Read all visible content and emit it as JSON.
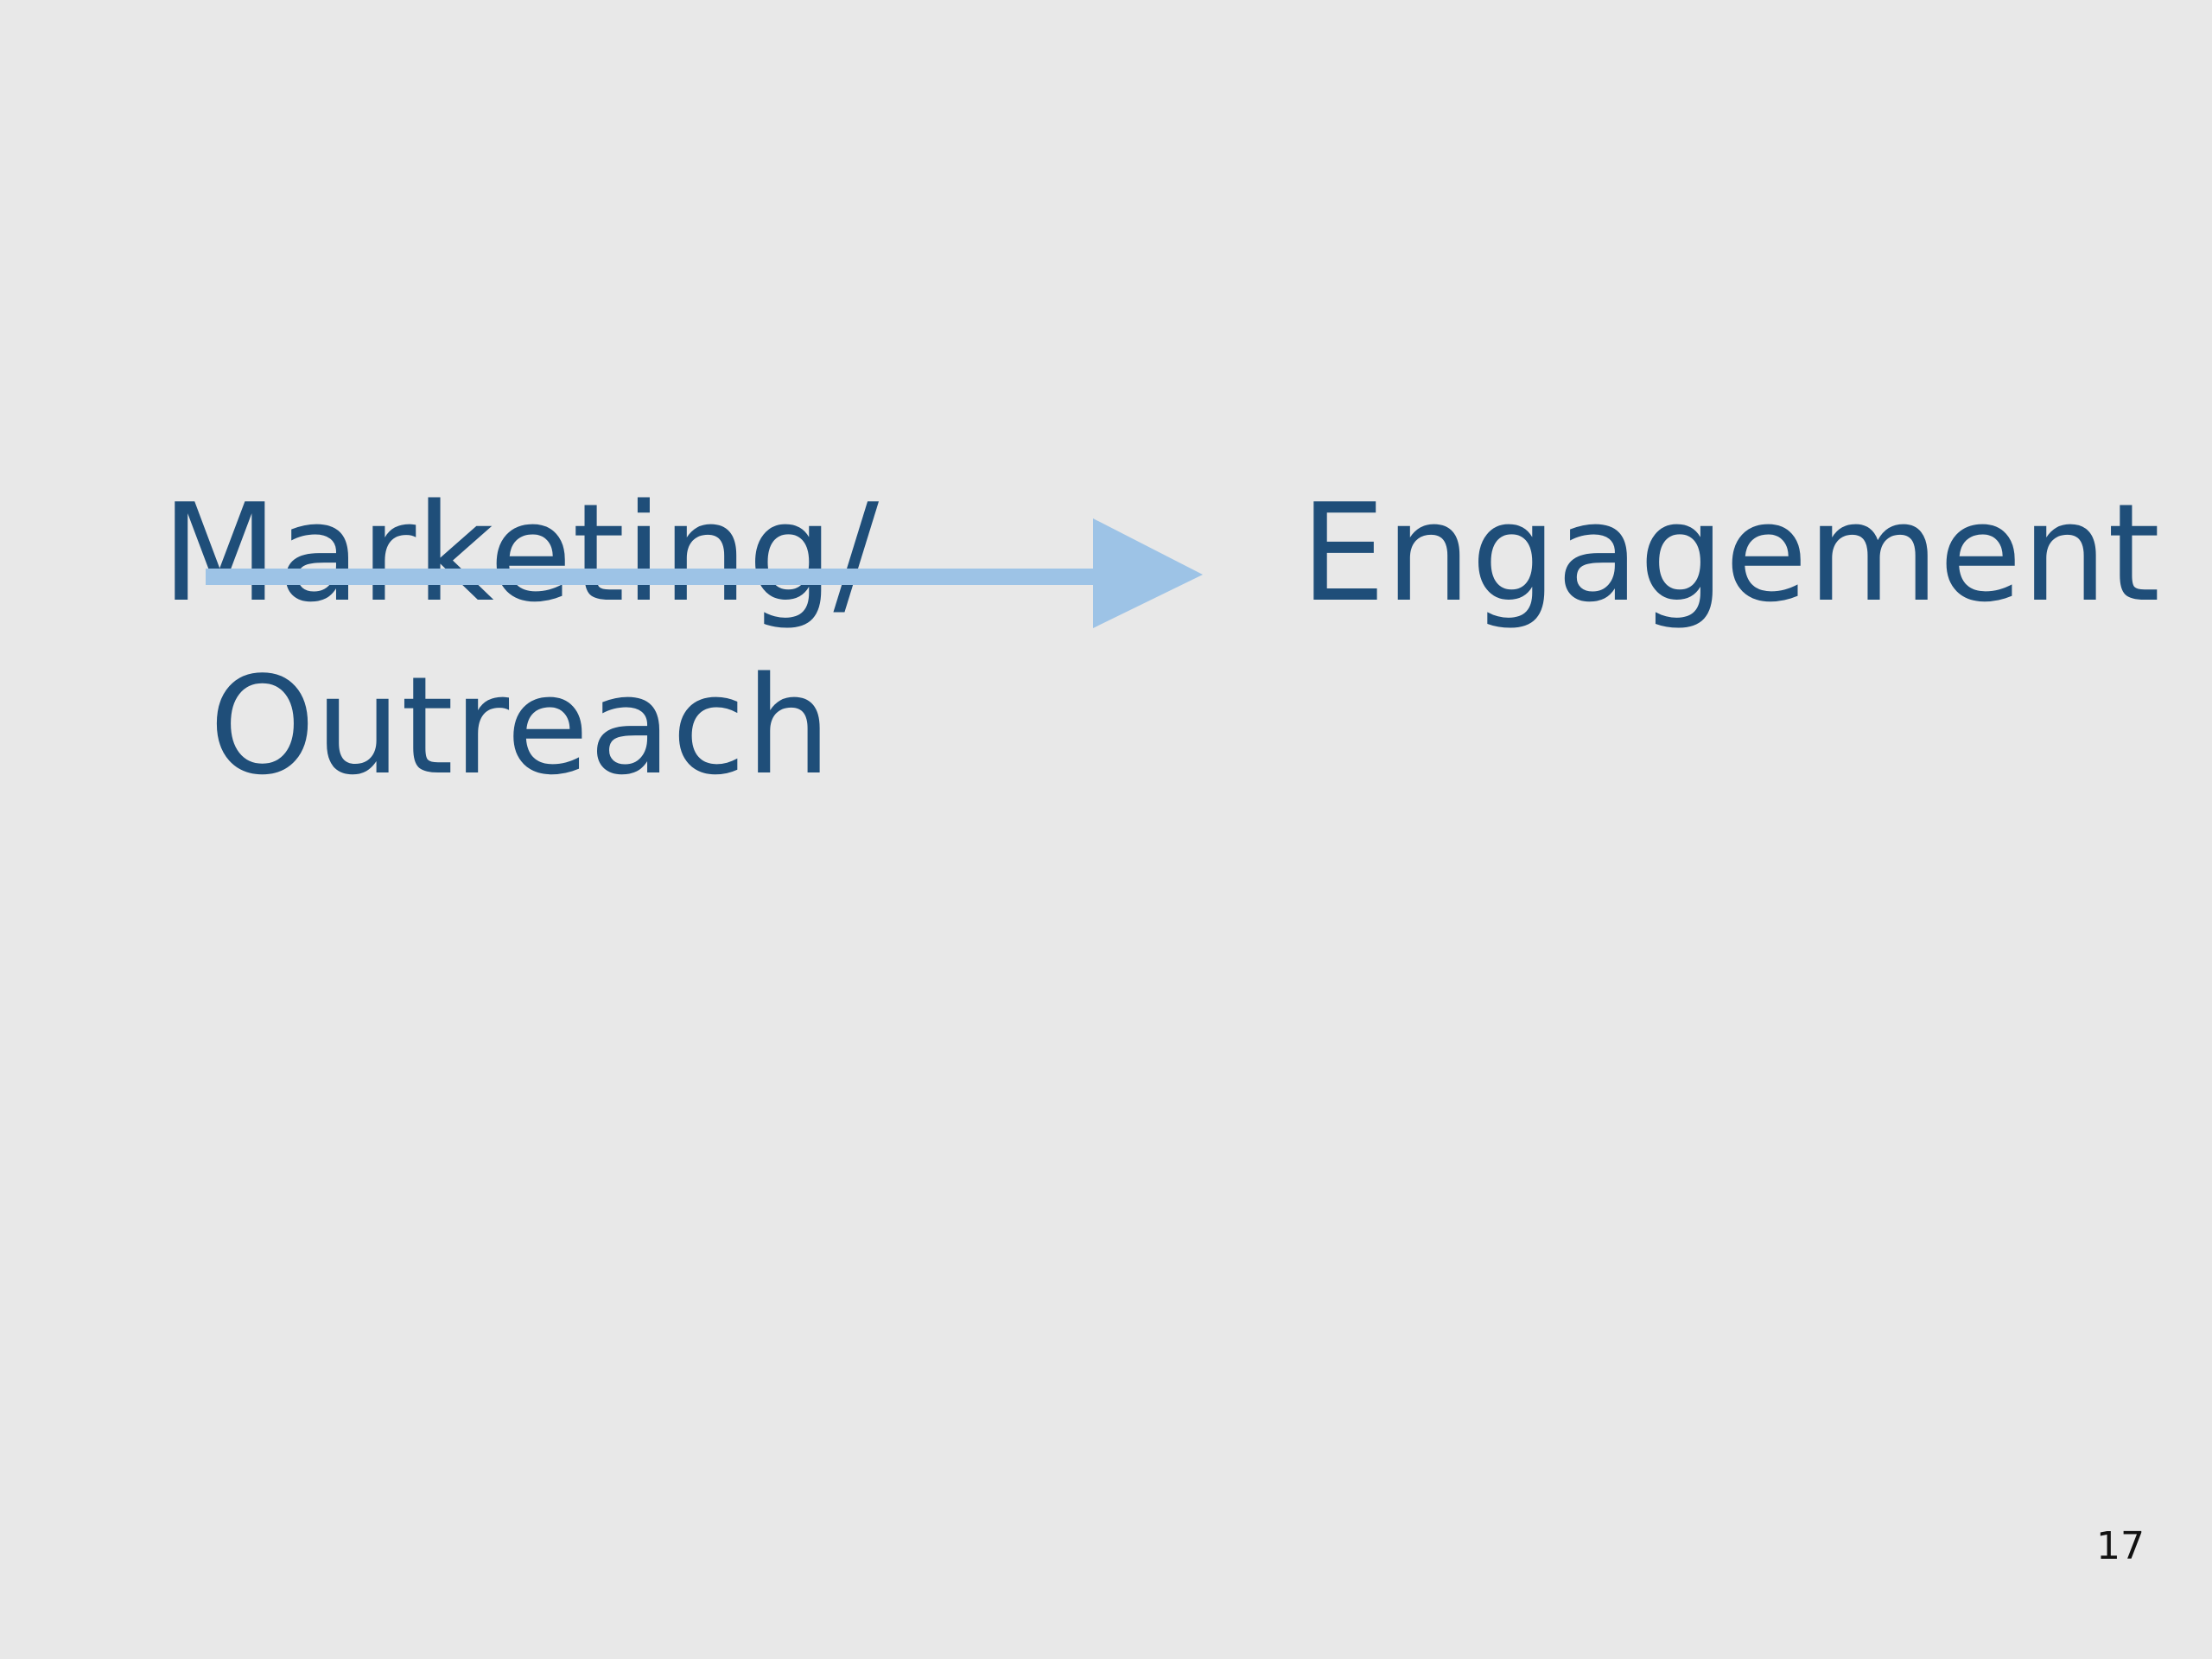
{
  "slide": {
    "source_term_lines": [
      "Marketing/",
      "Outreach"
    ],
    "target_term": "Engagement",
    "page_number": "17"
  },
  "connector": {
    "direction": "left-to-right",
    "color": "#9dc3e6"
  },
  "colors": {
    "background": "#e8e8e8",
    "text": "#1f4e79",
    "page_number": "#111111"
  }
}
